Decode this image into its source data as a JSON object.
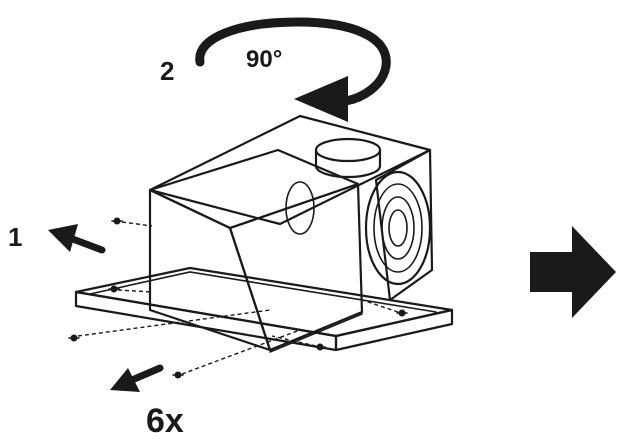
{
  "labels": {
    "step_1": "1",
    "step_2": "2",
    "angle": "90°",
    "screw_count": "6x"
  },
  "colors": {
    "ink": "#1a1a1a",
    "paper": "#ffffff",
    "shade": "#e6e6e6",
    "motor_fill": "#f2f2f2"
  },
  "icons": [
    "rotation-arrow-icon",
    "pull-arrow-icon",
    "next-step-arrow-icon",
    "screw-icon"
  ]
}
